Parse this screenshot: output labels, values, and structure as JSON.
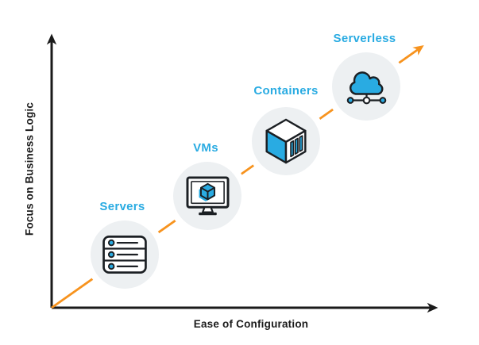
{
  "diagram": {
    "x_axis_label": "Ease of Configuration",
    "y_axis_label": "Focus on Business Logic",
    "stages": [
      {
        "label": "Servers",
        "icon": "server-rack-icon"
      },
      {
        "label": "VMs",
        "icon": "vm-monitor-cube-icon"
      },
      {
        "label": "Containers",
        "icon": "container-cube-icon"
      },
      {
        "label": "Serverless",
        "icon": "serverless-cloud-network-icon"
      }
    ],
    "colors": {
      "stage_label_blue": "#29ABE2",
      "trend_arrow_orange": "#F7931E",
      "axis_dark": "#1A1A1A",
      "icon_outline": "#1B1F23",
      "bubble_fill": "#EDF0F2",
      "bubble_ring": "#FFFFFF",
      "page_bg": "#FFFFFF"
    }
  }
}
